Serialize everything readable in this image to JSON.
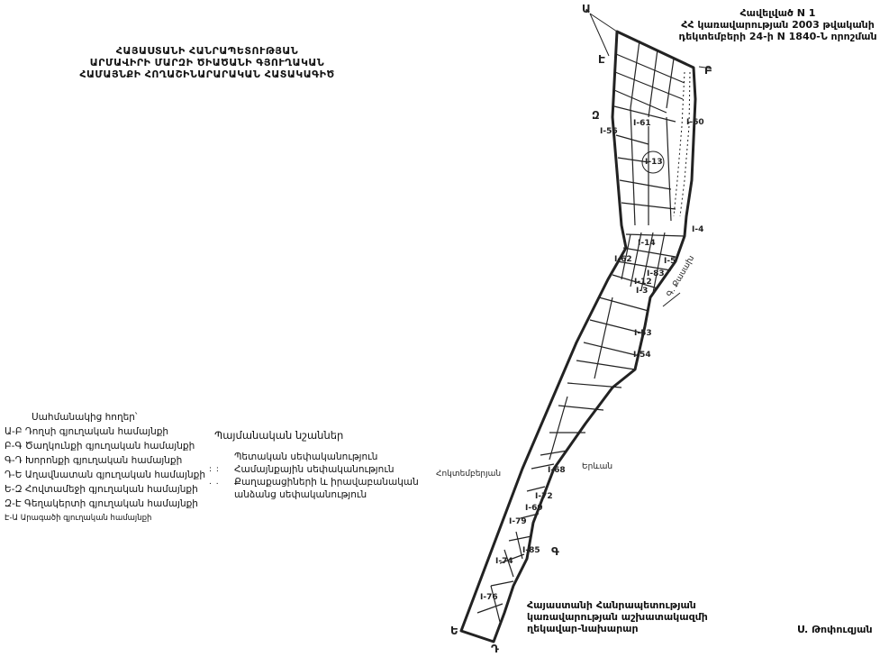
{
  "title": {
    "lines": [
      "ՀԱՅԱՍՏԱՆԻ ՀԱՆՐԱՊԵՏՈՒԹՅԱՆ",
      "ԱՐՄԱՎԻՐԻ ՄԱՐԶԻ ԾԻԱԾԱՆԻ ԳՅՈՒՂԱԿԱՆ",
      "ՀԱՄԱՅՆՔԻ ՀՈՂԱՇԻՆԱՐԱՐԱԿԱՆ ՀԱՏԱԿԱԳԻԾ"
    ]
  },
  "approval": {
    "lines": [
      "Հավելված N 1",
      "ՀՀ կառավարության 2003 թվականի",
      "դեկտեմբերի 24-ի N 1840-Ն որոշման"
    ]
  },
  "neighbors": {
    "heading": "Սահմանակից հողեր՝",
    "items": [
      "Ա-Բ Դողսի գյուղական համայնքի",
      "Բ-Գ Ծաղկունքի գյուղական համայնքի",
      "Գ-Դ Խորոնքի գյուղական համայնքի",
      "Դ-Ե Աղավնատան գյուղական համայնքի",
      "Ե-Զ Հովտամեջի գյուղական համայնքի",
      "Զ-Է Գեղակերտի գյուղական համայնքի",
      "Է-Ա Արագածի գյուղական համայնքի"
    ]
  },
  "legend": {
    "heading": "Պայմանական նշաններ",
    "items": [
      {
        "symbol": "",
        "label": "Պետական սեփականություն"
      },
      {
        "symbol": ": :",
        "label": "Համայնքային սեփականություն"
      },
      {
        "symbol": ". .",
        "label": "Քաղաքացիների և իրավաբանական"
      },
      {
        "symbol": "",
        "label": "անձանց սեփականություն"
      }
    ]
  },
  "map": {
    "points": [
      "Ա",
      "Բ",
      "Գ",
      "Դ",
      "Ե",
      "Զ",
      "Է"
    ],
    "regions": {
      "left": "Հոկտեմբերյան",
      "right": "Երևան",
      "road": "Գ. Քասախ"
    },
    "parcels": [
      "I-60",
      "I-61",
      "I-56",
      "I-13",
      "I-4",
      "I-14",
      "I-62",
      "I-5",
      "I-83",
      "I-12",
      "I-3",
      "I-53",
      "I-54",
      "I-68",
      "I-72",
      "I-69",
      "I-79",
      "I-85",
      "I-74",
      "I-76"
    ]
  },
  "footer": {
    "minister_lines": [
      "Հայաստանի Հանրապետության",
      "կառավարության աշխատակազմի",
      "ղեկավար-նախարար"
    ],
    "signature": "Ս. Թոփուզյան"
  }
}
